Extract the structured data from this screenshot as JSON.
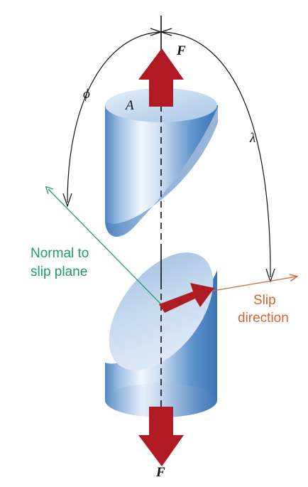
{
  "labels": {
    "force_top": "F",
    "force_bottom": "F",
    "area": "A",
    "phi": "ϕ",
    "lambda": "λ",
    "normal_line1": "Normal to",
    "normal_line2": "slip plane",
    "slip_line1": "Slip",
    "slip_line2": "direction"
  },
  "colors": {
    "arrow_red": "#b01a22",
    "normal_green": "#1f9a6a",
    "slip_orange": "#d2662f",
    "cylinder_blue": "#4a86c4",
    "ink": "#111111"
  }
}
